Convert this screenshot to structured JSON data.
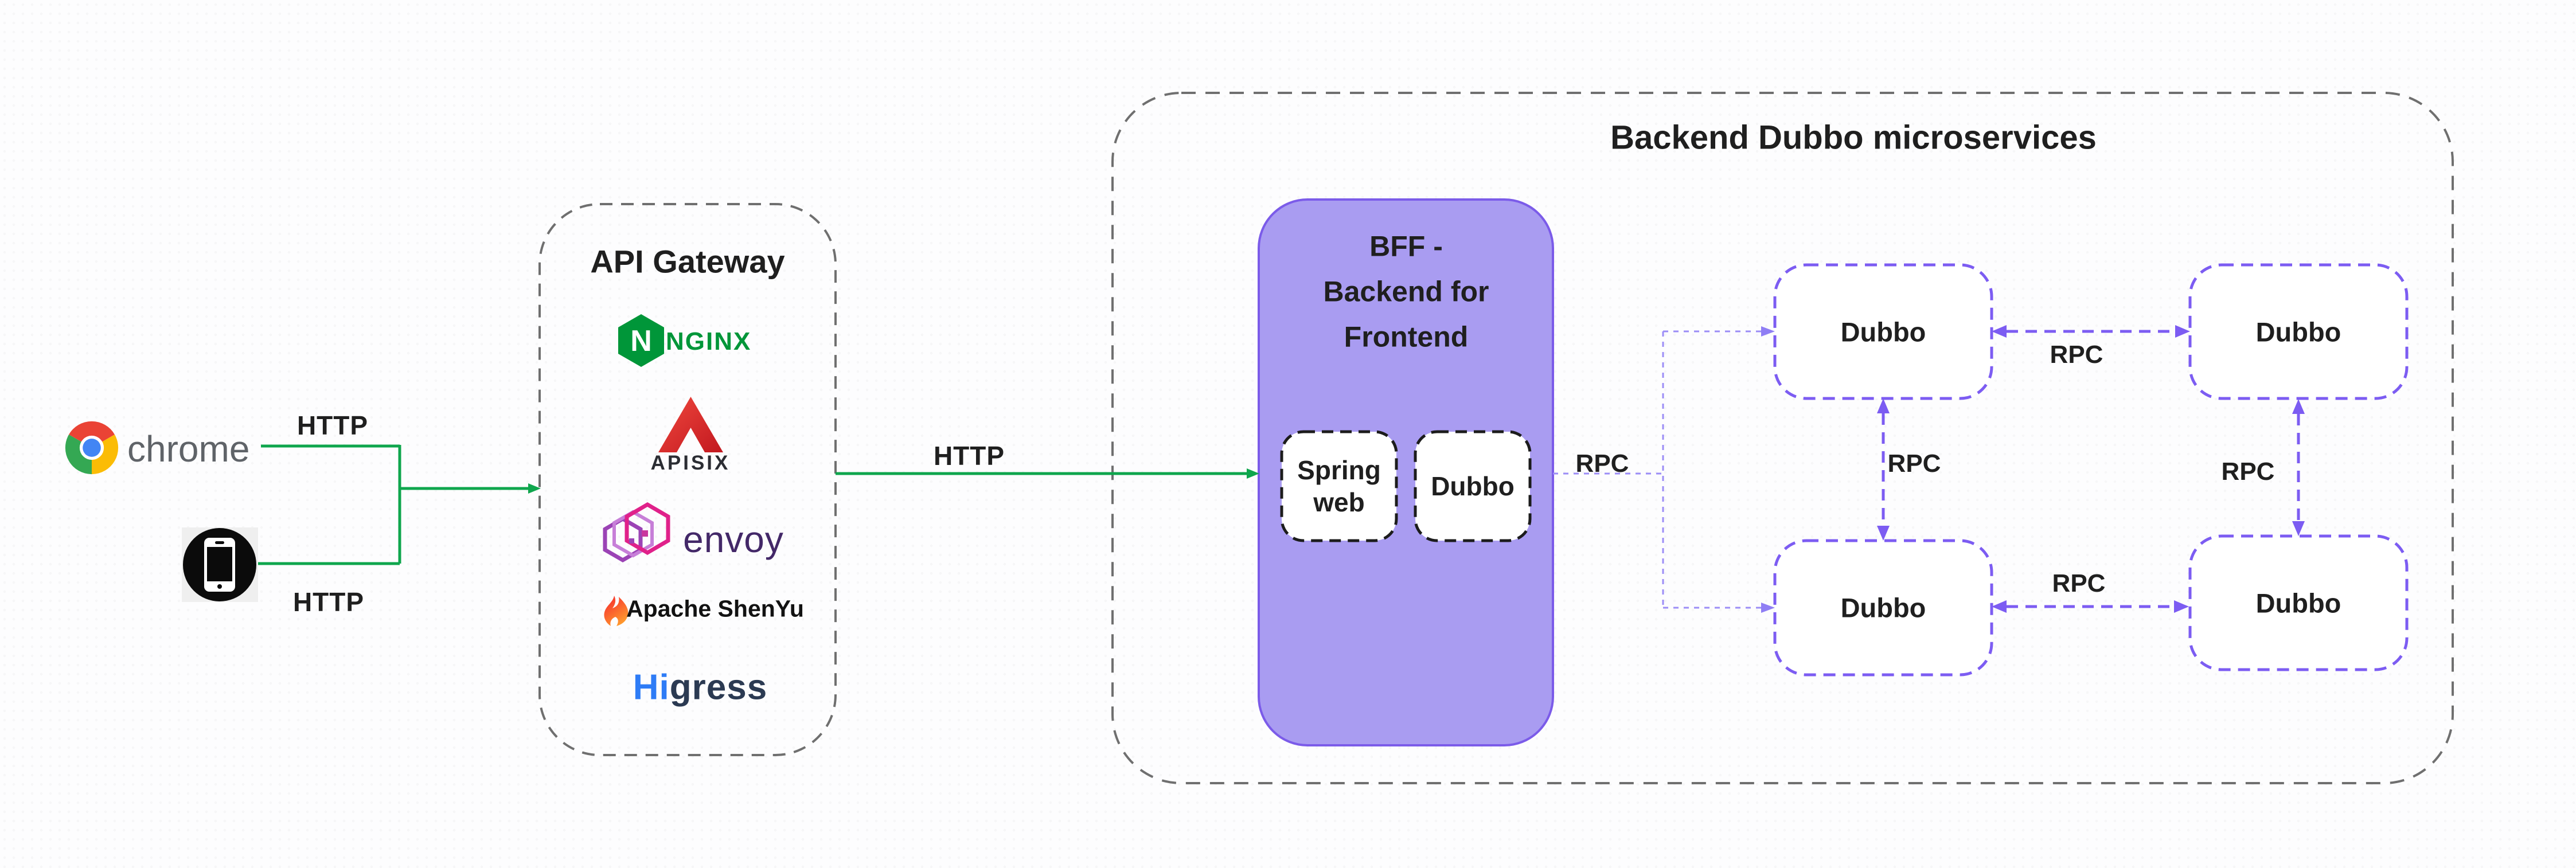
{
  "clients": {
    "chrome": "chrome"
  },
  "connections": {
    "http_chrome": "HTTP",
    "http_mobile": "HTTP",
    "http_gateway_bff": "HTTP",
    "rpc_bff": "RPC",
    "rpc_top_pair": "RPC",
    "rpc_left_pair": "RPC",
    "rpc_right_pair": "RPC",
    "rpc_bottom_pair": "RPC"
  },
  "gateway": {
    "title": "API Gateway",
    "logos": {
      "nginx": "NGINX",
      "apisix": "APISIX",
      "envoy": "envoy",
      "shenyu": "Apache ShenYu",
      "higress_hi": "Hi",
      "higress_gress": "gress"
    }
  },
  "backend": {
    "title": "Backend Dubbo microservices",
    "bff": {
      "line1": "BFF -",
      "line2": "Backend for",
      "line3": "Frontend",
      "spring_line1": "Spring",
      "spring_line2": "web",
      "dubbo": "Dubbo"
    },
    "services": {
      "top_left": "Dubbo",
      "top_right": "Dubbo",
      "bottom_left": "Dubbo",
      "bottom_right": "Dubbo"
    }
  },
  "colors": {
    "http_green": "#0FA64D",
    "rpc_purple": "#7C5CF2",
    "rpc_purple_light": "#9C8DF6",
    "bff_fill": "#A99CF1",
    "bff_border": "#7B5BE9",
    "dashed_gray": "#6F6F6F",
    "text": "#1F1F1F",
    "nginx_green": "#009639",
    "apisix_red": "#D7282F",
    "envoy_purple": "#432868",
    "shenyu_orange": "#FF7A1A",
    "higress_blue": "#2E7CF6",
    "higress_dark": "#2B3A52",
    "chrome_text_gray": "#5F6368"
  }
}
